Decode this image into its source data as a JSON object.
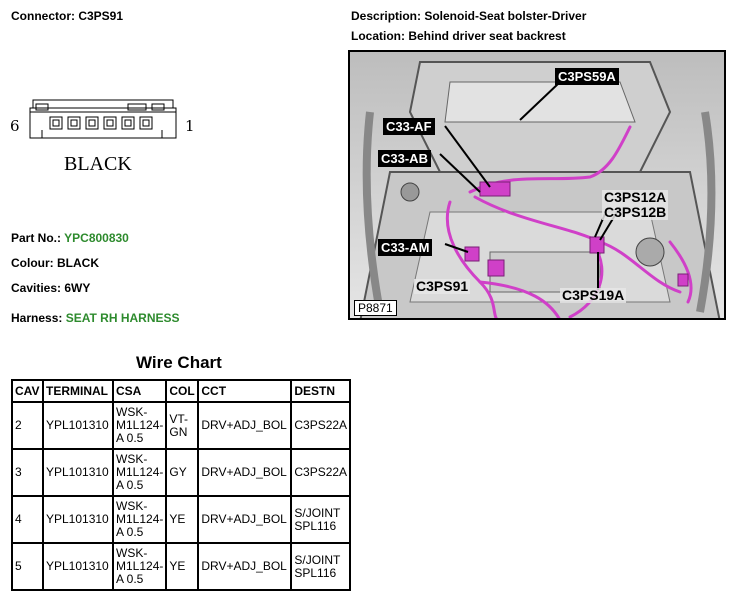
{
  "header": {
    "connector_label": "Connector: C3PS91",
    "description_label": "Description: Solenoid-Seat bolster-Driver",
    "location_label": "Location: Behind driver seat backrest"
  },
  "connector": {
    "pin_left": "6",
    "pin_right": "1",
    "color_text": "BLACK"
  },
  "info": {
    "part_no_label": "Part No.:",
    "part_no_value": "YPC800830",
    "colour": "Colour: BLACK",
    "cavities": "Cavities: 6WY",
    "harness_label": "Harness:",
    "harness_value": "SEAT RH HARNESS"
  },
  "photo": {
    "ref": "P8871",
    "callouts": {
      "c3ps59a": "C3PS59A",
      "c33af": "C33-AF",
      "c33ab": "C33-AB",
      "c3ps12a": "C3PS12A",
      "c3ps12b": "C3PS12B",
      "c33am": "C33-AM",
      "c3ps91": "C3PS91",
      "c3ps19a": "C3PS19A"
    },
    "colors": {
      "wire": "#d040c8",
      "background": "#d8d8d8"
    }
  },
  "wire_chart": {
    "title": "Wire Chart",
    "headers": [
      "CAV",
      "TERMINAL",
      "CSA",
      "COL",
      "CCT",
      "DESTN"
    ],
    "rows": [
      [
        "2",
        "YPL101310",
        "WSK-M1L124-A 0.5",
        "VT-GN",
        "DRV+ADJ_BOL",
        "C3PS22A"
      ],
      [
        "3",
        "YPL101310",
        "WSK-M1L124-A 0.5",
        "GY",
        "DRV+ADJ_BOL",
        "C3PS22A"
      ],
      [
        "4",
        "YPL101310",
        "WSK-M1L124-A 0.5",
        "YE",
        "DRV+ADJ_BOL",
        "S/JOINT SPL116"
      ],
      [
        "5",
        "YPL101310",
        "WSK-M1L124-A 0.5",
        "YE",
        "DRV+ADJ_BOL",
        "S/JOINT SPL116"
      ]
    ]
  },
  "accent_green": "#2e8b2e"
}
